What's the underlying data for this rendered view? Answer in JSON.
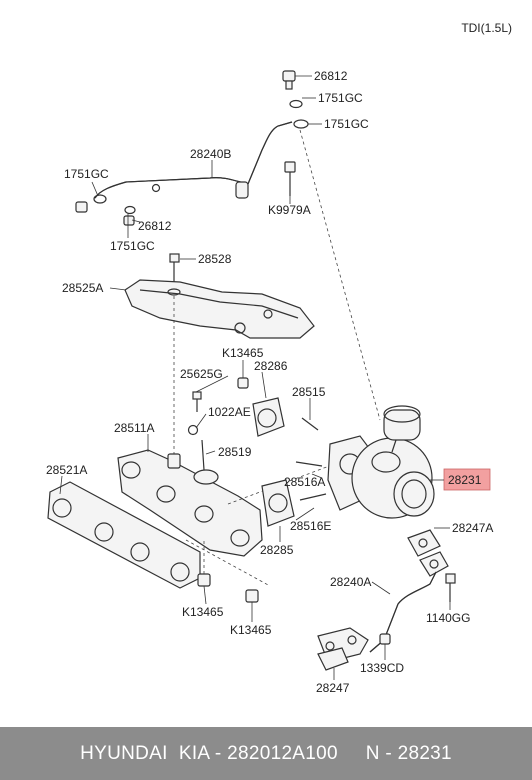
{
  "header": {
    "engine_variant": "TDI(1.5L)"
  },
  "highlight_color": "#f2a0a0",
  "labels": {
    "l26812_top": "26812",
    "l1751gc_a": "1751GC",
    "l1751gc_b": "1751GC",
    "l28240b": "28240B",
    "l1751gc_left": "1751GC",
    "l26812_mid": "26812",
    "l1751gc_low": "1751GC",
    "lk9979a": "K9979A",
    "l28528": "28528",
    "l28525a": "28525A",
    "lk13465_a": "K13465",
    "l25625g": "25625G",
    "l28286": "28286",
    "l28515": "28515",
    "l1022ae": "1022AE",
    "l28511a": "28511A",
    "l28519": "28519",
    "l28521a": "28521A",
    "l28516a": "28516A",
    "l28516e": "28516E",
    "l28285": "28285",
    "l28231": "28231",
    "l28247a": "28247A",
    "l28240a": "28240A",
    "l1140gg": "1140GG",
    "lk13465_b": "K13465",
    "lk13465_c": "K13465",
    "l1339cd": "1339CD",
    "l28247": "28247"
  },
  "footer": {
    "text": "HYUNDAI  KIA - 282012A100     N - 28231"
  }
}
